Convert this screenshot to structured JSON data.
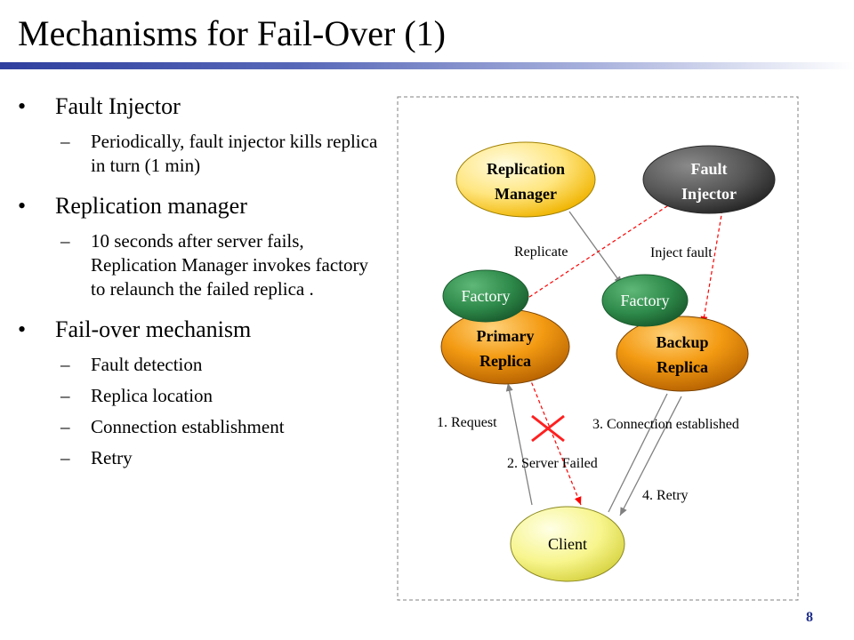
{
  "slide": {
    "title": "Mechanisms for Fail-Over (1)",
    "page_number": "8",
    "accent_color": "#2e3f9e"
  },
  "bullets": [
    {
      "text": "Fault Injector",
      "subs": [
        "Periodically, fault injector kills replica in turn (1 min)"
      ]
    },
    {
      "text": "Replication manager",
      "subs": [
        "10 seconds after server fails, Replication Manager invokes factory to relaunch the failed replica ."
      ]
    },
    {
      "text": "Fail-over mechanism",
      "subs": [
        "Fault detection",
        "Replica location",
        "Connection establishment",
        "Retry"
      ]
    }
  ],
  "diagram": {
    "nodes": {
      "replication_manager": {
        "lines": [
          "Replication",
          "Manager"
        ]
      },
      "fault_injector": {
        "lines": [
          "Fault",
          "Injector"
        ]
      },
      "factory_primary": {
        "lines": [
          "Factory"
        ]
      },
      "factory_backup": {
        "lines": [
          "Factory"
        ]
      },
      "primary_replica": {
        "lines": [
          "Primary",
          "Replica"
        ]
      },
      "backup_replica": {
        "lines": [
          "Backup",
          "Replica"
        ]
      },
      "client": {
        "lines": [
          "Client"
        ]
      }
    },
    "labels": {
      "replicate": "Replicate",
      "inject_fault": "Inject fault",
      "request": "1. Request",
      "server_failed": "2. Server Failed",
      "connection_established": "3. Connection established",
      "retry": "4. Retry"
    },
    "colors": {
      "manager": "#ffd84a",
      "injector": "#4f4f4f",
      "factory": "#2f8a4a",
      "replica": "#e8900a",
      "client": "#f7f58a",
      "fault_line": "#ff0000"
    }
  }
}
